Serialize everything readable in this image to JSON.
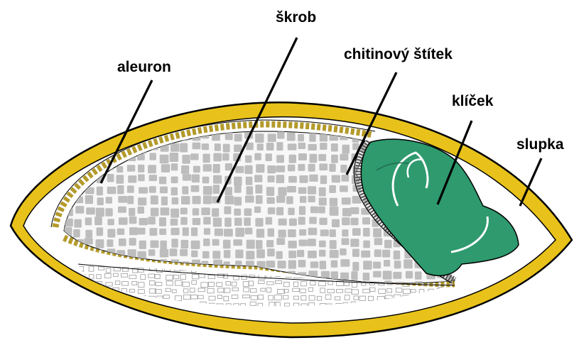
{
  "labels": {
    "aleuron": "aleuron",
    "skrob": "škrob",
    "stitek": "chitinový štítek",
    "klicek": "klíček",
    "slupka": "slupka"
  },
  "colors": {
    "husk": "#e8c21a",
    "husk_outline": "#000000",
    "aleurone": "#b49a2a",
    "starch_cell": "#bdbdbd",
    "germ": "#2e9a6e",
    "germ_dark": "#1e6e4e",
    "background": "#ffffff"
  }
}
